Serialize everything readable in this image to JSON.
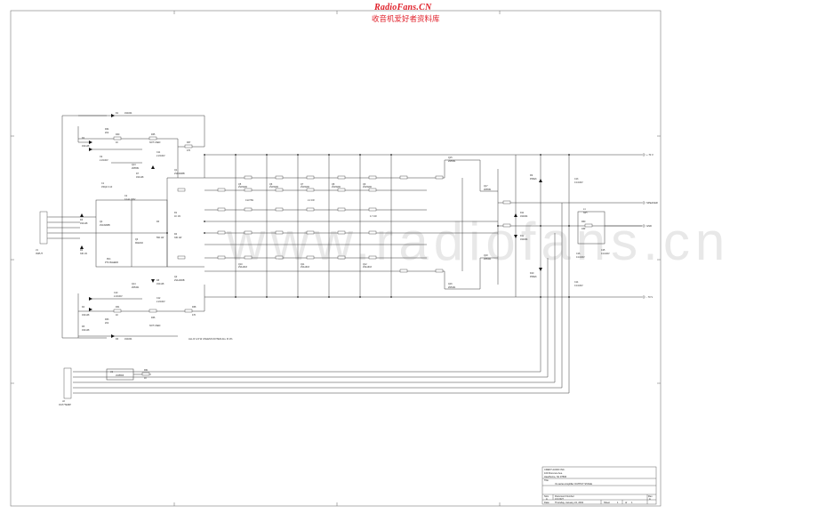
{
  "header": {
    "site_name": "RadioFans.CN",
    "site_sub": "收音机爱好者资料库"
  },
  "watermark": "www.radiofans.cn",
  "connectors": {
    "input": {
      "ref": "J1",
      "name": "INPUT"
    },
    "out_temp": {
      "ref": "J2",
      "name": "OUT/TEMP"
    }
  },
  "rails": {
    "pos": "+ 70 V",
    "speaker": "SPEAKER",
    "gnd": "GND",
    "neg": "- 70 V"
  },
  "notes": {
    "comment": "ALL  R  1/4 W  UNLESS NOTED  ALL  R  1%"
  },
  "parts": {
    "d1": "D1",
    "d1v": "1N4004",
    "d2": "D2",
    "d2v": "1N4148",
    "d3": "D3",
    "d3v": "1N4148",
    "d4": "D4",
    "d4v": "1N4148",
    "d5": "D5",
    "d5v": "1N4148",
    "d6": "D6",
    "d6v": "1N4004",
    "r30": "R30",
    "r30v": "1K",
    "r31": "R31",
    "r31v": "1K",
    "r33": "R33",
    "r33v": "2K2",
    "r34": "R34",
    "r34v": "2K2",
    "r35": "R35",
    "r35v": "NOT USED",
    "r36": "R36",
    "r36v": "NOT USED",
    "r37": "R37",
    "r37v": "470",
    "r38": "R38",
    "r38v": "470",
    "c9": "C9",
    "c9v": "2.2/100V",
    "c10": "C10",
    "c10v": "2.2/100V",
    "c11": "C11",
    "c11v": "2.2/100V",
    "c12": "C12",
    "c12v": "2.2/100V",
    "q13": "Q13",
    "q13v": "2N5551",
    "q14": "Q14",
    "q14v": "2N5401",
    "d7": "D7",
    "d7v": "1N4148",
    "d8": "D8",
    "d8v": "1N4148",
    "q1": "Q1",
    "q1v": "2SC3298B",
    "q2": "Q2",
    "q2v": "2SA1306B",
    "c1": "C1",
    "c1v": "150pF 0.1F",
    "c2": "C2",
    "c2v": "0.1uF 100V",
    "q3": "Q3",
    "q3v": "MJE340",
    "r1": "R1",
    "r1v": "1K 1%",
    "r2": "R2",
    "r2v": "330 1%",
    "r3": "R3",
    "r3v": "560 1W",
    "r4": "R4",
    "r4v": "330 1W",
    "rv1": "RV1",
    "rv1v": "PTC BLEEDR",
    "q4": "Q4",
    "q4v": "2SC3298B",
    "q5": "Q5",
    "q5v": "2SC5200",
    "q6": "Q6",
    "q6v": "2SC5200",
    "q7": "Q7",
    "q7v": "2SC5200",
    "q8": "Q8",
    "q8v": "2SC5200",
    "q9": "Q9",
    "q9v": "2SC5200",
    "q10": "Q10",
    "q10v": "2SA1943",
    "q11": "Q11",
    "q11v": "2SA1943",
    "q12": "Q12",
    "q12v": "2SA1943",
    "r_e": "0.22 5W",
    "r_b": "2.2 1W",
    "r_bias": "4.7 1W",
    "q15": "Q15",
    "q15v": "2N5551",
    "q16": "Q16",
    "q16v": "2N5401",
    "q17": "Q17",
    "q17v": "2N5551",
    "q18": "Q18",
    "q18v": "2N5401",
    "d9": "D9",
    "d9v": "P6KE6",
    "d10": "D10",
    "d10v": "P6KE6",
    "d11": "D11",
    "d11v": "1N4004",
    "d12": "D12",
    "d12v": "1N4004",
    "l1": "L1",
    "l1v": "3uH",
    "r60": "R60",
    "r60v": "10R",
    "c13": "C13",
    "c13v": "0.1/100V",
    "c14": "C14",
    "c14v": "0.1/100V",
    "c15": "C15",
    "c15v": "0.1/100V",
    "c16": "C16",
    "c16v": "0.1/100V",
    "u1": "U1",
    "u1v": "LM35DZ",
    "r61": "R61",
    "r61v": "1K"
  },
  "title_block": {
    "company": "CREST AUDIO INC.",
    "address1": "100 Florence Ave.",
    "address2": "Hawthorne, NJ 07506",
    "title_label": "Title",
    "title": "Vs series Amplifier OUTPUT STAGE",
    "size_label": "Size",
    "size": "A",
    "doc_label": "Document Number",
    "doc": "3.0 OUT",
    "rev_label": "Rev",
    "rev": "A",
    "date_label": "Date:",
    "date": "Thursday, January 24, 2002",
    "sheet_label": "Sheet",
    "sheet": "1",
    "of_label": "of",
    "of": "1"
  }
}
